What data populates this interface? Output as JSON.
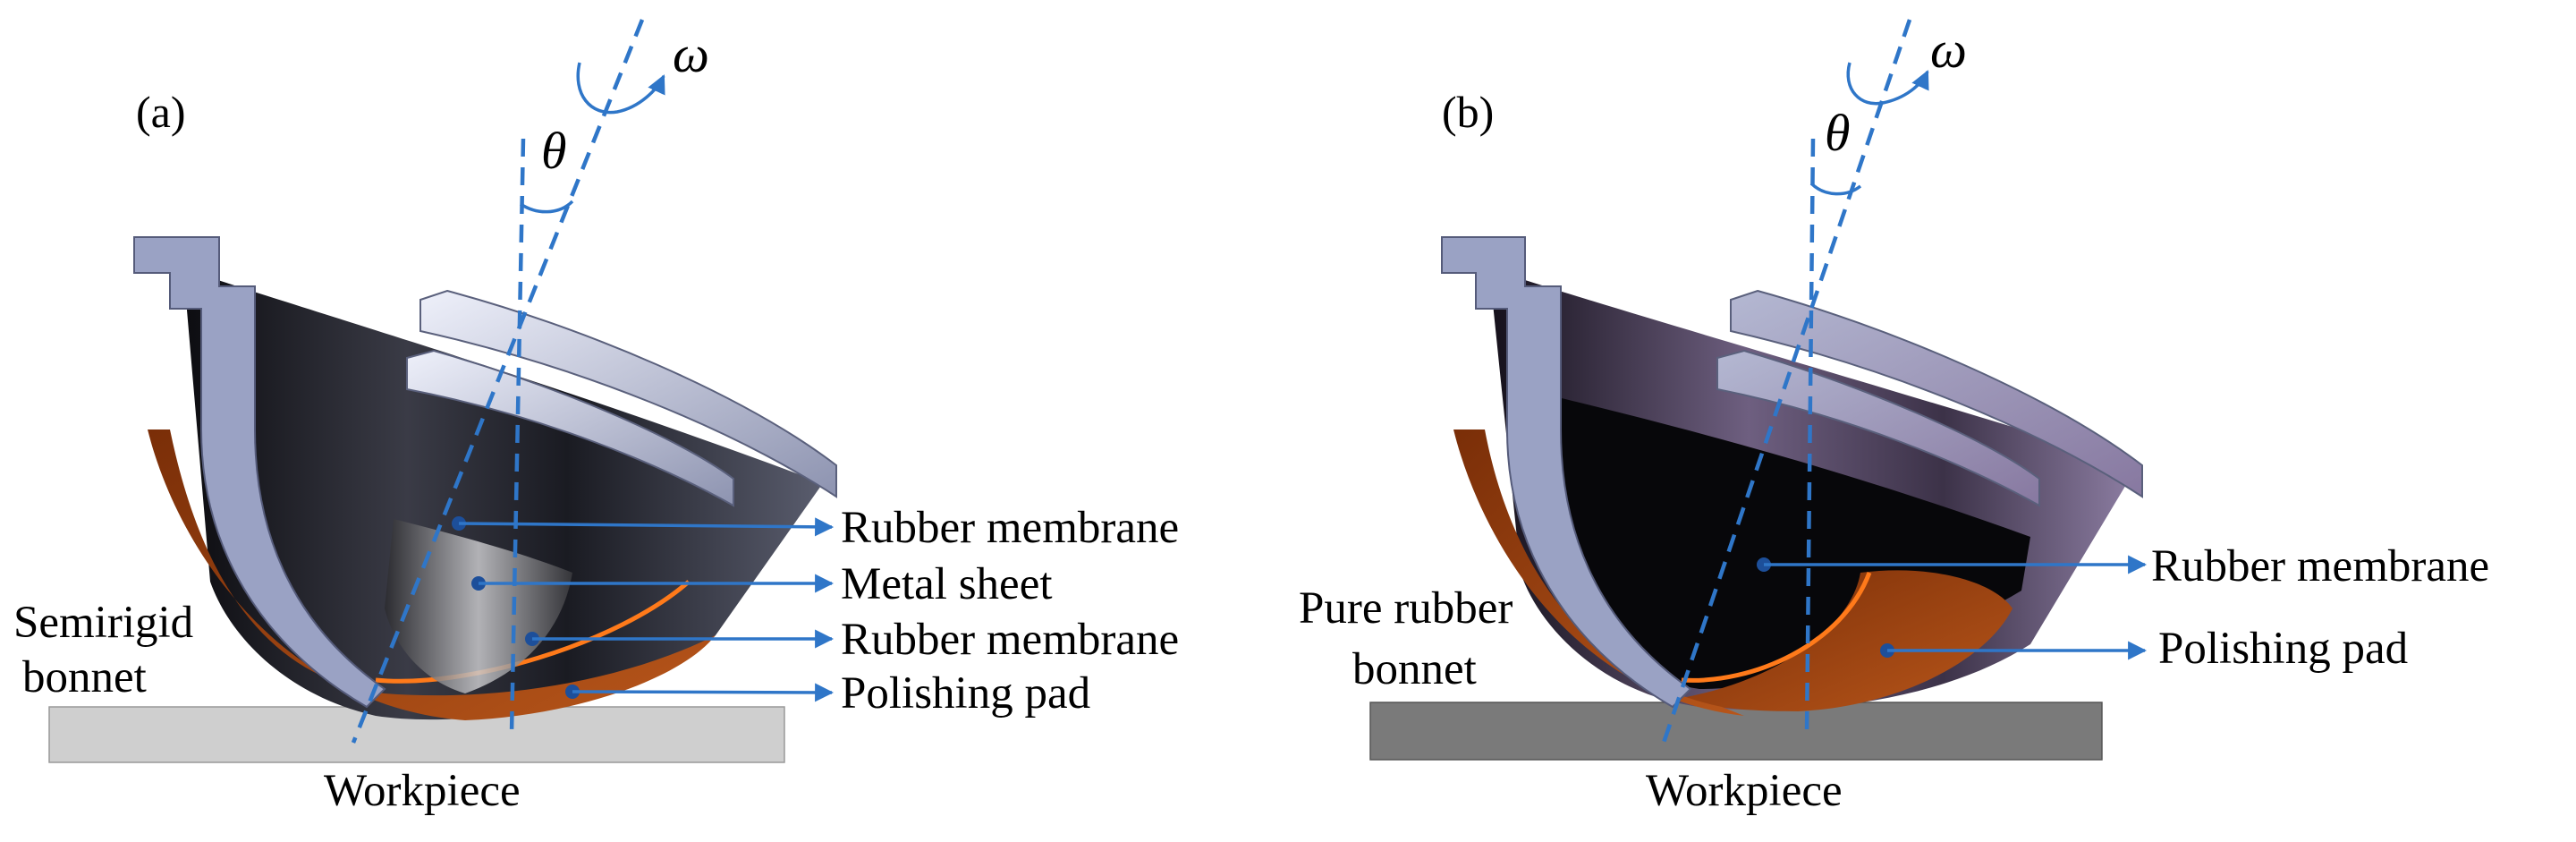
{
  "panels": [
    {
      "tag": "(a)",
      "theta": "θ",
      "omega": "ω",
      "bonnet_label": [
        "Semirigid",
        "bonnet"
      ],
      "callouts": [
        "Rubber membrane",
        "Metal sheet",
        "Rubber membrane",
        "Polishing pad"
      ],
      "workpiece_label": "Workpiece"
    },
    {
      "tag": "(b)",
      "theta": "θ",
      "omega": "ω",
      "bonnet_label": [
        "Pure rubber",
        "bonnet"
      ],
      "callouts": [
        "Rubber membrane",
        "Polishing pad"
      ],
      "workpiece_label": "Workpiece"
    }
  ],
  "colors": {
    "axis_blue": "#2f76c8",
    "workpiece_a": "#cfcfcf",
    "workpiece_b": "#7a7a7a",
    "pad_orange": "#b04a10",
    "holder_steel": "#9aa2c4",
    "holder_lavender": "#8d7ea6"
  }
}
